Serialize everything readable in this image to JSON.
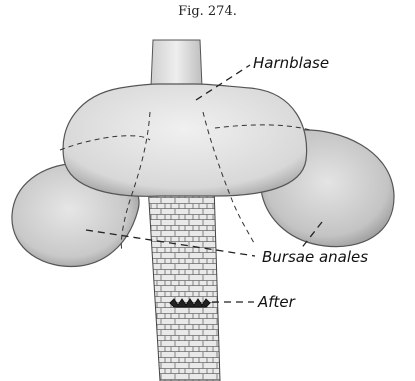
{
  "figure": {
    "caption": "Fig. 274."
  },
  "labels": {
    "bladder": "Harnblase",
    "bursae": "Bursae anales",
    "anus": "After"
  }
}
